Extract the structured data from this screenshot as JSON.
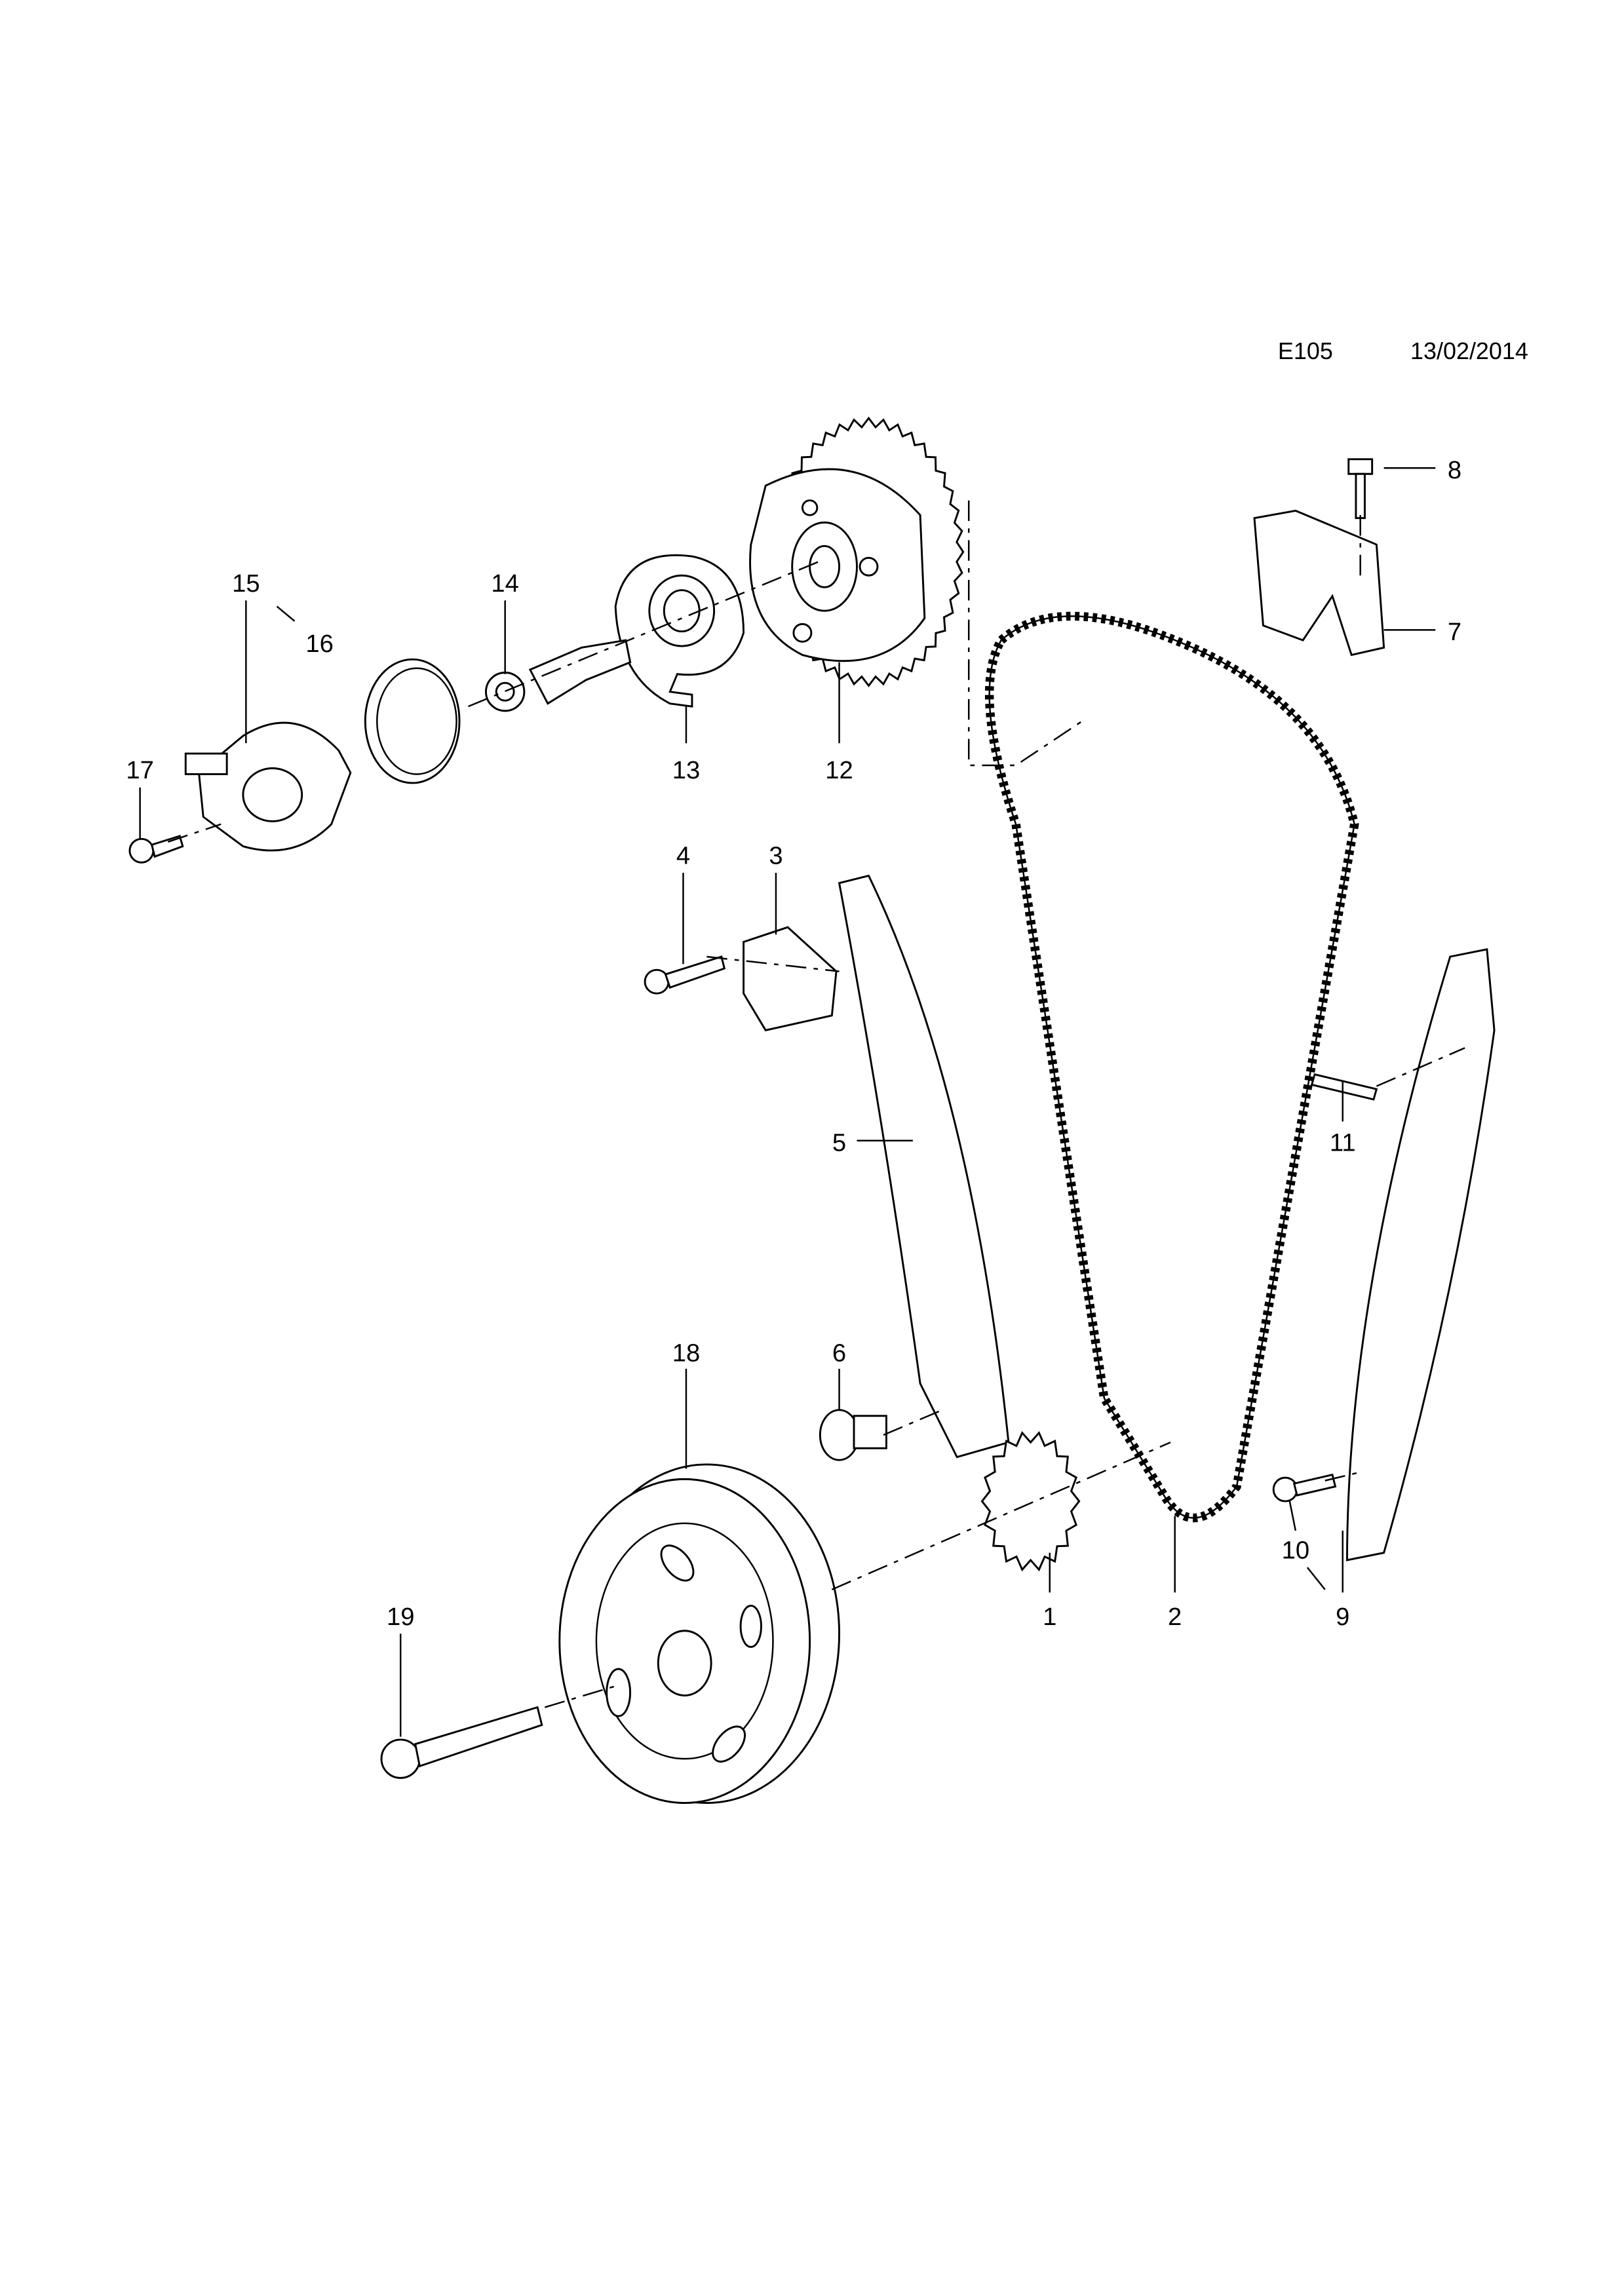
{
  "header": {
    "diagram_code": "E105",
    "date": "13/02/2014"
  },
  "callouts": {
    "c1": "1",
    "c2": "2",
    "c3": "3",
    "c4": "4",
    "c5": "5",
    "c6": "6",
    "c7": "7",
    "c8": "8",
    "c9": "9",
    "c10": "10",
    "c11": "11",
    "c12": "12",
    "c13": "13",
    "c14": "14",
    "c15": "15",
    "c16": "16",
    "c17": "17",
    "c18": "18",
    "c19": "19"
  }
}
